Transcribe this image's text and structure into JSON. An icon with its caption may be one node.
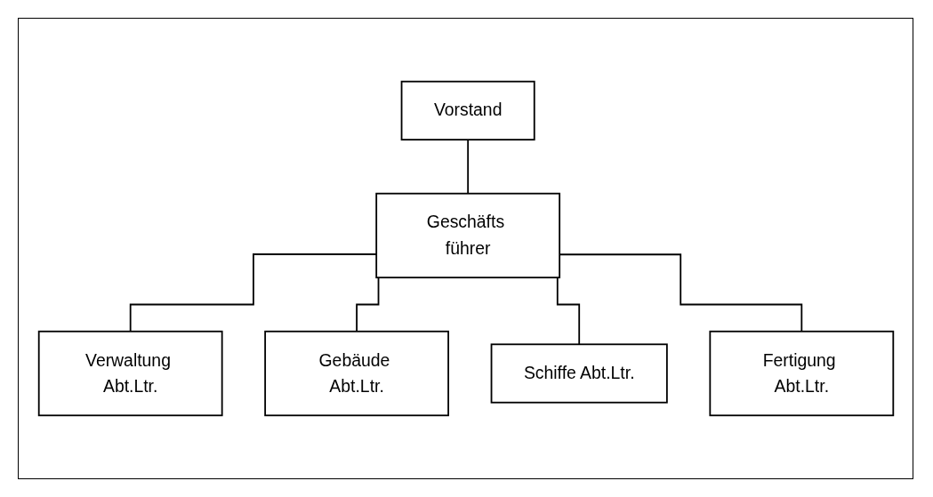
{
  "diagram": {
    "nodes": [
      {
        "text": [
          "Vorstand"
        ]
      },
      {
        "text": [
          "Geschäfts führer"
        ]
      },
      {
        "text": [
          "Verwaltung Abt.Ltr."
        ]
      },
      {
        "text": [
          "Gebäude Abt.Ltr."
        ]
      },
      {
        "text": [
          "Schiffe Abt.Ltr."
        ]
      },
      {
        "text": [
          "Fertigung Abt.Ltr."
        ]
      }
    ],
    "edges": [
      {
        "from": 0,
        "to": 1,
        "arrow": "none"
      },
      {
        "from": 1,
        "to": 2,
        "arrow": "none"
      },
      {
        "from": 1,
        "to": 3,
        "arrow": "none"
      },
      {
        "from": 1,
        "to": 4,
        "arrow": "none"
      },
      {
        "from": 1,
        "to": 5,
        "arrow": "none"
      }
    ]
  }
}
